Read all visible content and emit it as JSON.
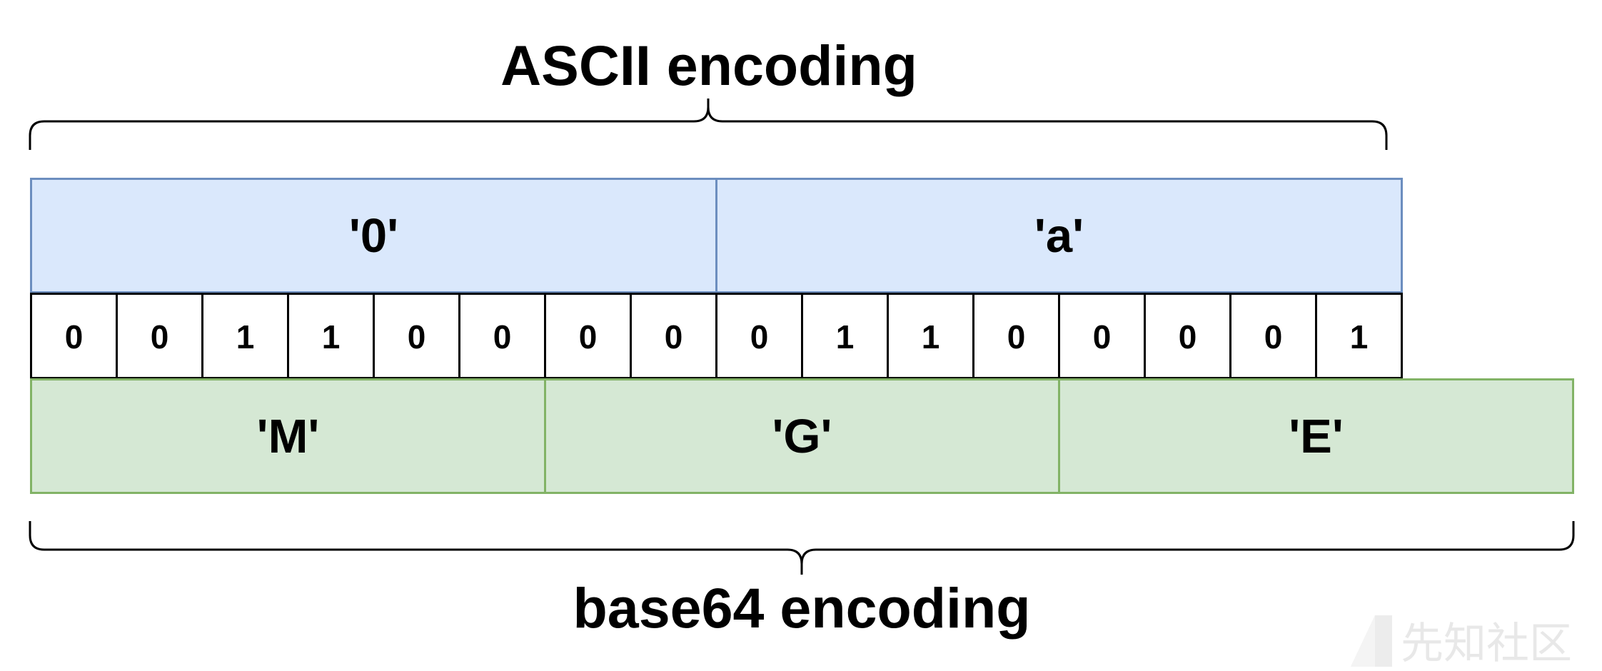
{
  "diagram": {
    "top_label": "ASCII encoding",
    "bottom_label": "base64 encoding",
    "ascii_chars": [
      "'0'",
      "'a'"
    ],
    "bits": [
      "0",
      "0",
      "1",
      "1",
      "0",
      "0",
      "0",
      "0",
      "0",
      "1",
      "1",
      "0",
      "0",
      "0",
      "0",
      "1"
    ],
    "base64_chars": [
      "'M'",
      "'G'",
      "'E'"
    ],
    "colors": {
      "ascii_fill": "#dae8fc",
      "ascii_stroke": "#6c8ebf",
      "base64_fill": "#d5e8d4",
      "base64_stroke": "#82b366",
      "bit_fill": "#ffffff",
      "bit_stroke": "#000000"
    }
  },
  "watermark": {
    "text": "先知社区",
    "icon": "xianzhi-logo-icon"
  }
}
